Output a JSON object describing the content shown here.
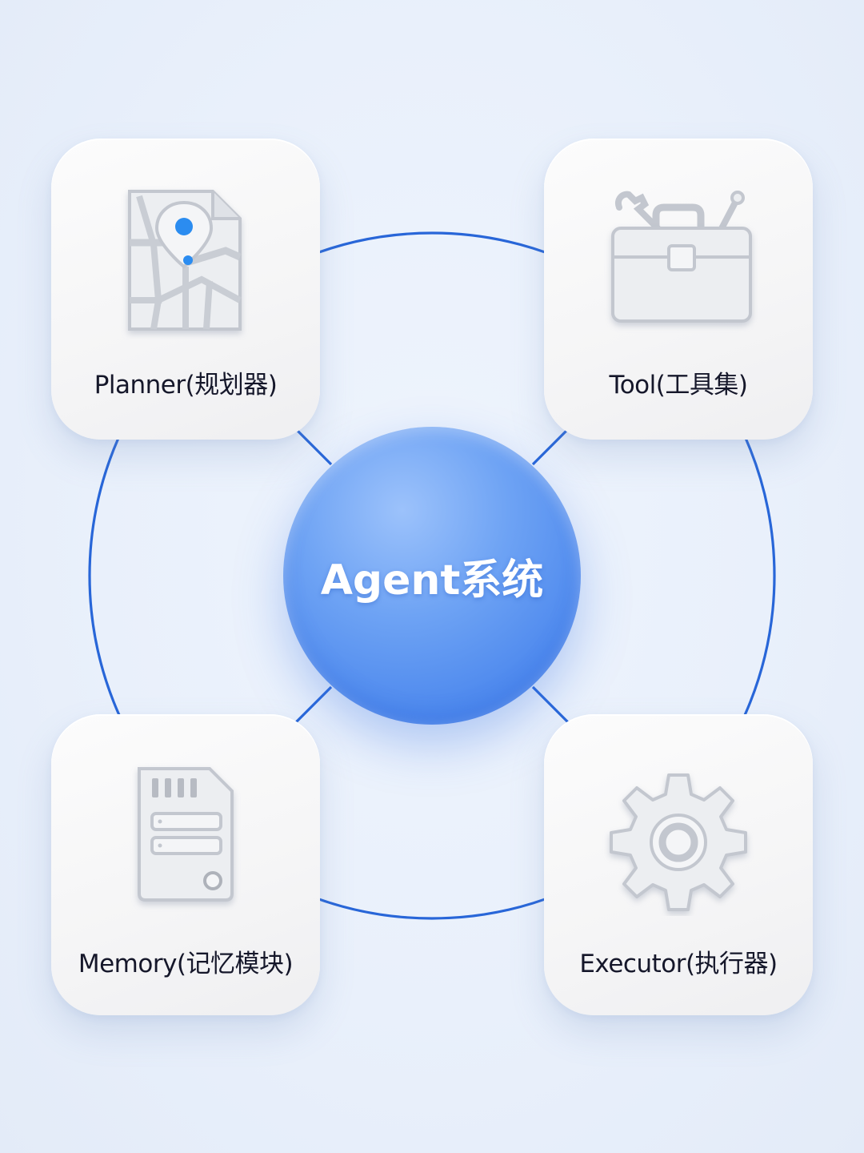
{
  "colors": {
    "ring": "#2866d8",
    "hub": "#4f8aee",
    "card": "#f5f5f6",
    "label": "#15172a",
    "icon": "#e8e9ec",
    "icon_outline": "#bfc3cb",
    "pin": "#2b8cf0"
  },
  "hub": {
    "label": "Agent系统"
  },
  "modules": [
    {
      "label": "Planner(规划器)",
      "icon": "map-pin-icon"
    },
    {
      "label": "Tool(工具集)",
      "icon": "toolbox-icon"
    },
    {
      "label": "Memory(记忆模块)",
      "icon": "memory-card-icon"
    },
    {
      "label": "Executor(执行器)",
      "icon": "gear-icon"
    }
  ]
}
